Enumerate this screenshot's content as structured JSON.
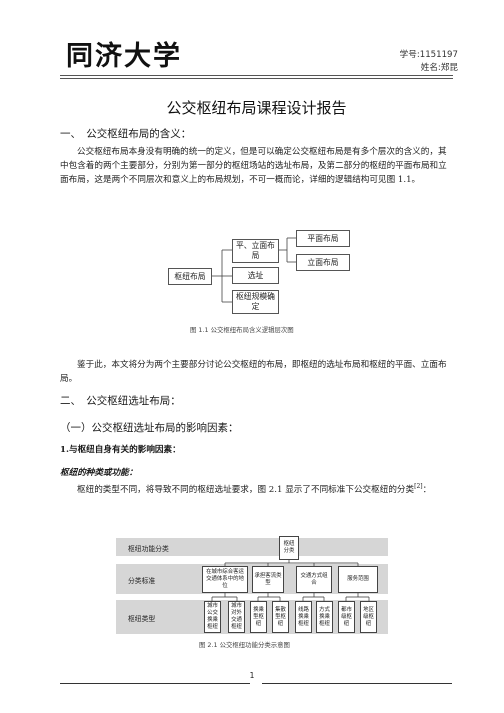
{
  "header": {
    "logo_text": "同济大学",
    "student_id": "学号:1151197",
    "name": "姓名:郑昆"
  },
  "title": "公交枢纽布局课程设计报告",
  "section1": {
    "heading": "一、　公交枢纽布局的含义：",
    "paragraph": "公交枢纽布局本身没有明确的统一的定义，但是可以确定公交枢纽布局是有多个层次的含义的，其中包含着的两个主要部分，分别为第一部分的枢纽场站的选址布局，及第二部分的枢纽的平面布局和立面布局，这是两个不同层次和意义上的布局规划，不可一概而论，详细的逻辑结构可见图 1.1。"
  },
  "figure1": {
    "root": "枢纽布局",
    "level1": [
      "平、立面布局",
      "选址",
      "枢纽规模确定"
    ],
    "level2": [
      "平面布局",
      "立面布局"
    ],
    "caption": "图 1.1  公交枢纽布局含义逻辑层次图"
  },
  "para2": "鉴于此，本文将分为两个主要部分讨论公交枢纽的布局，即枢纽的选址布局和枢纽的平面、立面布局。",
  "section2": {
    "heading": "二、　公交枢纽选址布局：",
    "sub1": "（一）公交枢纽选址布局的影响因素：",
    "sub2": "1.与枢纽自身有关的影响因素：",
    "sub3": "枢纽的种类或功能：",
    "paragraph_main": "枢纽的类型不同，将导致不同的枢纽选址要求，图 2.1 显示了不同标准下公交枢纽的分类",
    "paragraph_sup": "[2]",
    "paragraph_end": "："
  },
  "figure2": {
    "band_labels": [
      "枢纽功能分类",
      "分类标准",
      "枢纽类型"
    ],
    "root": "枢纽分类",
    "criteria": [
      "在城市综合客运交通体系中的地位",
      "承担客流类型",
      "交通方式组合",
      "服务范围"
    ],
    "types": [
      "城市公交换乘枢纽",
      "城市对外交通枢纽",
      "换乘型枢纽",
      "集散型枢纽",
      "线路换乘枢纽",
      "方式换乘枢纽",
      "都市级枢纽",
      "地区级枢纽"
    ],
    "caption": "图 2.1  公交枢纽功能分类示意图"
  },
  "footer": {
    "page_number": "1"
  }
}
